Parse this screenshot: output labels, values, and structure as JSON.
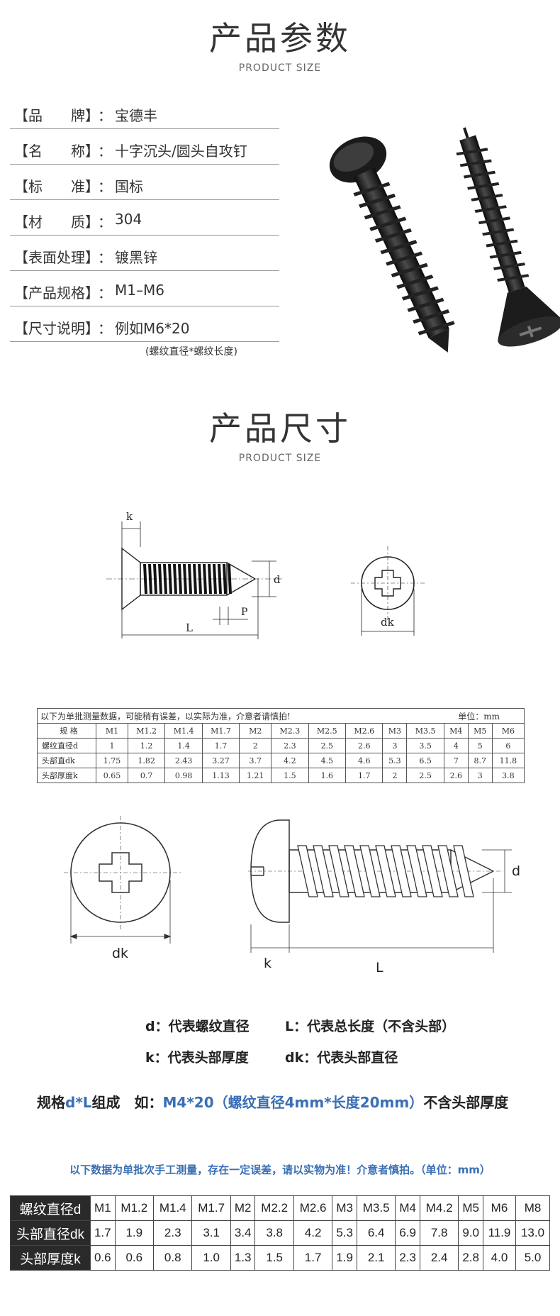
{
  "section1": {
    "title": "产品参数",
    "subtitle": "PRODUCT SIZE"
  },
  "params": [
    {
      "label": "【品　　牌】",
      "value": "宝德丰"
    },
    {
      "label": "【名　　称】",
      "value": "十字沉头/圆头自攻钉"
    },
    {
      "label": "【标　　准】",
      "value": "国标"
    },
    {
      "label": "【材　　质】",
      "value": "304"
    },
    {
      "label": "【表面处理】",
      "value": "镀黑锌"
    },
    {
      "label": "【产品规格】",
      "value": "M1–M6"
    },
    {
      "label": "【尺寸说明】",
      "value": "例如M6*20"
    }
  ],
  "colon": "：",
  "param_note": "(螺纹直径*螺纹长度)",
  "section2": {
    "title": "产品尺寸",
    "subtitle": "PRODUCT SIZE"
  },
  "drawing1": {
    "k": "k",
    "d": "d",
    "p": "P",
    "L": "L",
    "dk": "dk"
  },
  "small_table": {
    "caption": "以下为单批测量数据，可能稍有误差，以实际为准，介意者请慎拍!",
    "unit": "单位：mm",
    "header_label": "规  格",
    "sizes": [
      "M1",
      "M1.2",
      "M1.4",
      "M1.7",
      "M2",
      "M2.3",
      "M2.5",
      "M2.6",
      "M3",
      "M3.5",
      "M4",
      "M5",
      "M6"
    ],
    "rows": [
      {
        "label": "螺纹直径d",
        "values": [
          "1",
          "1.2",
          "1.4",
          "1.7",
          "2",
          "2.3",
          "2.5",
          "2.6",
          "3",
          "3.5",
          "4",
          "5",
          "6"
        ]
      },
      {
        "label": "头部直dk",
        "values": [
          "1.75",
          "1.82",
          "2.43",
          "3.27",
          "3.7",
          "4.2",
          "4.5",
          "4.6",
          "5.3",
          "6.5",
          "7",
          "8.7",
          "11.8"
        ]
      },
      {
        "label": "头部厚度k",
        "values": [
          "0.65",
          "0.7",
          "0.98",
          "1.13",
          "1.21",
          "1.5",
          "1.6",
          "1.7",
          "2",
          "2.5",
          "2.6",
          "3",
          "3.8"
        ]
      }
    ]
  },
  "drawing2": {
    "dk": "dk",
    "k": "k",
    "L": "L",
    "d": "d"
  },
  "legend": {
    "d": "d：代表螺纹直径",
    "L": "L：代表总长度（不含头部）",
    "k": "k：代表头部厚度",
    "dk": "dk：代表头部直径"
  },
  "spec": {
    "p1": "规格",
    "p2": "d*L",
    "p3": "组成　如：",
    "p4": "M4*20（螺纹直径4mm*长度20mm）",
    "p5": "不含头部厚度"
  },
  "blue_note": "以下数据为单批次手工测量，存在一定误差，请以实物为准！介意者慎拍。（单位：mm）",
  "big_table": {
    "rows": [
      {
        "label": "螺纹直径d",
        "values": [
          "M1",
          "M1.2",
          "M1.4",
          "M1.7",
          "M2",
          "M2.2",
          "M2.6",
          "M3",
          "M3.5",
          "M4",
          "M4.2",
          "M5",
          "M6",
          "M8"
        ]
      },
      {
        "label": "头部直径dk",
        "values": [
          "1.7",
          "1.9",
          "2.3",
          "3.1",
          "3.4",
          "3.8",
          "4.2",
          "5.3",
          "6.4",
          "6.9",
          "7.8",
          "9.0",
          "11.9",
          "13.0"
        ]
      },
      {
        "label": "头部厚度k",
        "values": [
          "0.6",
          "0.6",
          "0.8",
          "1.0",
          "1.3",
          "1.5",
          "1.7",
          "1.9",
          "2.1",
          "2.3",
          "2.4",
          "2.8",
          "4.0",
          "5.0"
        ]
      }
    ]
  },
  "colors": {
    "accent_blue": "#3a6fb5",
    "row_header_bg": "#2a2a2a",
    "screw": "#1e1e1e"
  }
}
